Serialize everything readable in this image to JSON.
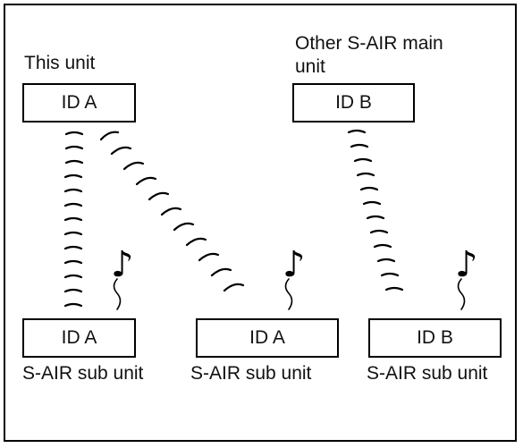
{
  "main_units": [
    {
      "caption": "This unit",
      "id_label": "ID A"
    },
    {
      "caption_line1": "Other S-AIR main",
      "caption_line2": "unit",
      "id_label": "ID B"
    }
  ],
  "sub_units": [
    {
      "id_label": "ID A",
      "caption": "S-AIR sub unit"
    },
    {
      "id_label": "ID A",
      "caption": "S-AIR sub unit"
    },
    {
      "id_label": "ID B",
      "caption": "S-AIR sub unit"
    }
  ],
  "music_icon": "♪",
  "colors": {
    "ink": "#000000",
    "background": "#ffffff"
  }
}
